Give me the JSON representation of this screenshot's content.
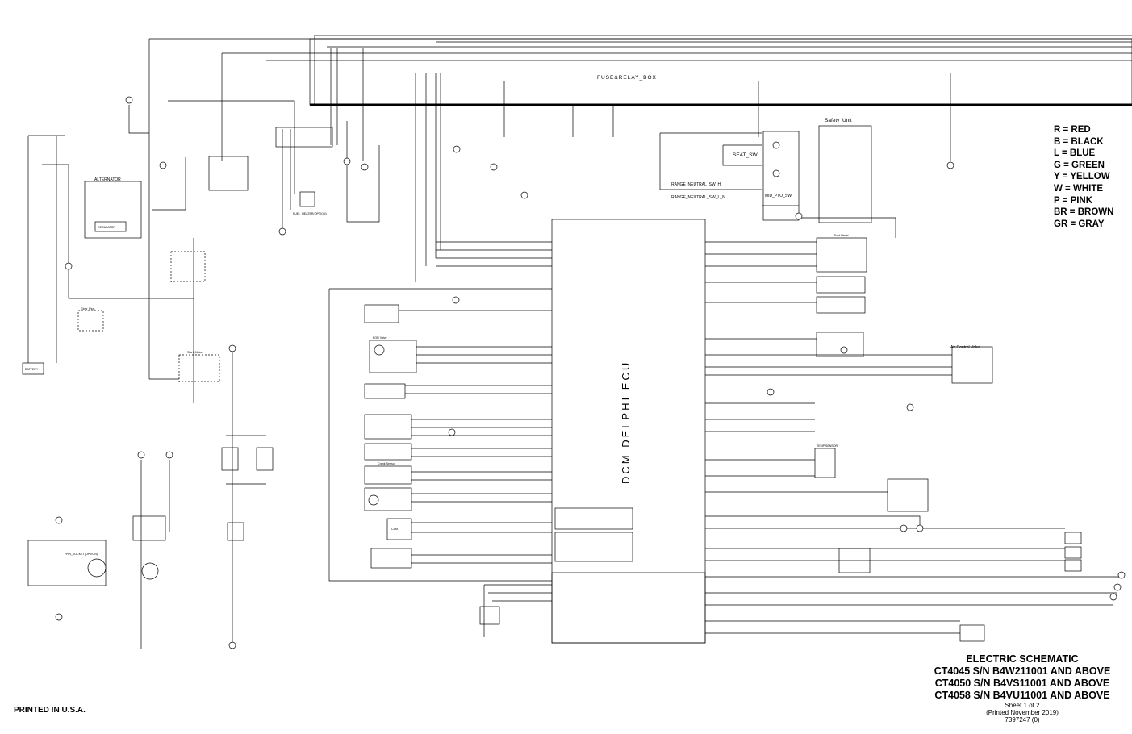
{
  "diagram": {
    "fuse_box_label": "FUSE&RELAY_BOX",
    "ecu_label": "DCM DELPHI ECU",
    "safety_unit_label": "Safety_Unit",
    "seat_sw_label": "SEAT_SW",
    "range_neutral_h_label": "RANGE_NEUTRAL_SW_H",
    "range_neutral_l_label": "RANGE_NEUTRAL_SW_L_N",
    "mid_pto_label": "MID_PTO_SW",
    "alternator_label": "ALTERNATOR",
    "regulator_label": "REGULATOR",
    "battery_label": "BATTERY",
    "start_motor_label": "Start_Motor",
    "glow_plug_label": "Glow_Plug",
    "fuel_heater_label": "FUEL_HEATER(OPTION)",
    "foot_pedal_label": "Foot Pedal",
    "air_control_valve_label": "Air Control Valve",
    "egr_valve_label": "EGR Valve",
    "crank_sensor_label": "Crank Sensor",
    "cam_sensor_label": "CAM",
    "temp_sensor_label": "TEMP SENSOR",
    "pin_socket_label": "7PIN_SOCKET(OPTION)"
  },
  "legend": [
    "R = RED",
    "B = BLACK",
    "L = BLUE",
    "G = GREEN",
    "Y = YELLOW",
    "W = WHITE",
    "P = PINK",
    "BR = BROWN",
    "GR = GRAY"
  ],
  "title_block": {
    "title": "ELECTRIC SCHEMATIC",
    "models": [
      "CT4045 S/N B4W211001 AND ABOVE",
      "CT4050 S/N B4VS11001 AND ABOVE",
      "CT4058 S/N B4VU11001 AND ABOVE"
    ],
    "sheet": "Sheet 1 of 2",
    "printed_date": "(Printed November 2019)",
    "doc_number": "7397247 (0)"
  },
  "footer": {
    "printed_in": "PRINTED IN U.S.A."
  },
  "colors": {
    "line": "#000000",
    "background": "#ffffff"
  }
}
